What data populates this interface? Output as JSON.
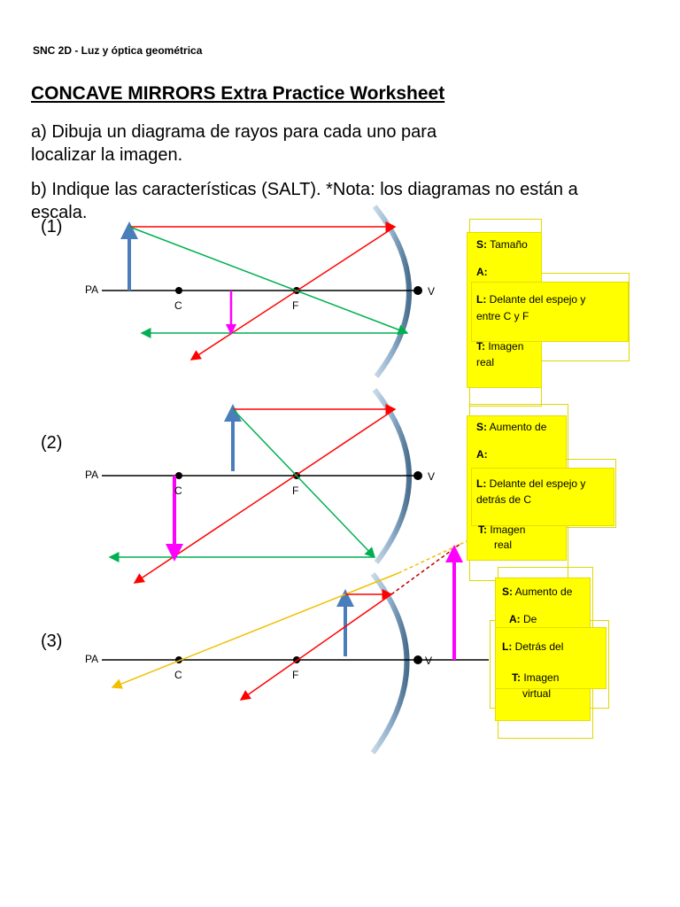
{
  "header": {
    "course": "SNC 2D - Luz y óptica geométrica",
    "title": "CONCAVE MIRRORS Extra Practice Worksheet"
  },
  "instructions": {
    "a": "a) Dibuja un diagrama de rayos para cada uno para localizar la imagen.",
    "b": "b) Indique las características (SALT). *Nota: los diagramas no están a escala."
  },
  "diagram_labels": {
    "pa": "PA",
    "c": "C",
    "f": "F",
    "v": "V"
  },
  "problems": [
    {
      "number": "(1)",
      "salt": {
        "s_key": "S:",
        "s_text": "Tamaño",
        "a_key": "A:",
        "a_text": "",
        "l_key": "L:",
        "l_text_1": "Delante del espejo y",
        "l_text_2": "entre C y F",
        "t_key": "T:",
        "t_text_1": "Imagen",
        "t_text_2": "real"
      }
    },
    {
      "number": "(2)",
      "salt": {
        "s_key": "S:",
        "s_text": "Aumento de",
        "a_key": "A:",
        "a_text": "",
        "l_key": "L:",
        "l_text_1": "Delante del espejo y",
        "l_text_2": "detrás de C",
        "t_key": "T:",
        "t_text_1": "Imagen",
        "t_text_2": "real"
      }
    },
    {
      "number": "(3)",
      "salt": {
        "s_key": "S:",
        "s_text": "Aumento de",
        "a_key": "A:",
        "a_text": "De",
        "l_key": "L:",
        "l_text_1": "Detrás del",
        "t_key": "T:",
        "t_text_1": "Imagen",
        "t_text_2": "virtual"
      }
    }
  ],
  "colors": {
    "object_arrow": "#4a7ebb",
    "image_arrow": "#ff00ff",
    "ray_red": "#ff0000",
    "ray_green": "#00b050",
    "ray_yellow": "#f0c000",
    "mirror": "#8fb0cc",
    "sticky_note": "#ffff00"
  }
}
